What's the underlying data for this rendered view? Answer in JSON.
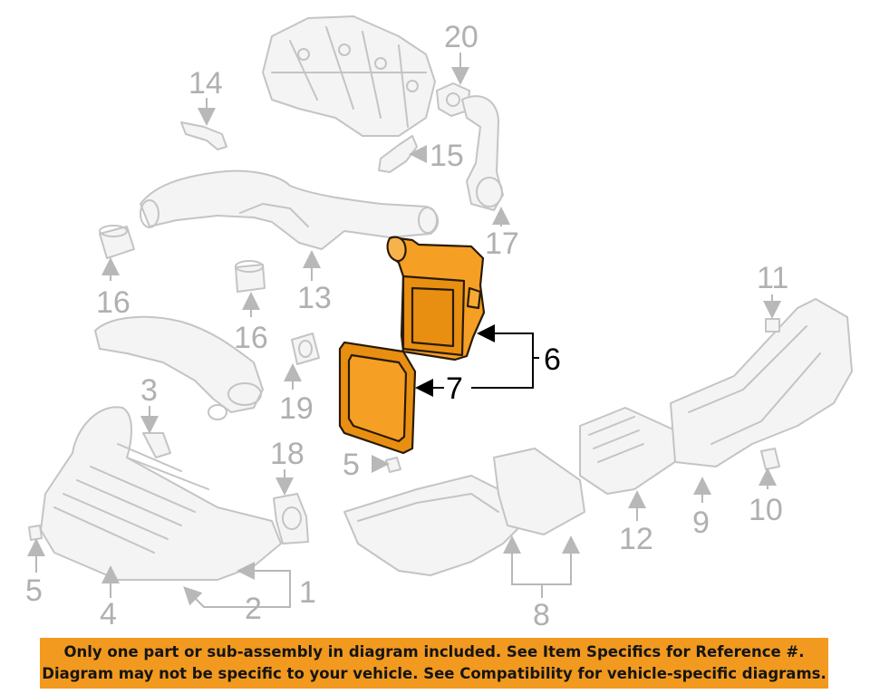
{
  "colors": {
    "highlight": "#f5a024",
    "banner_bg": "#f29a1f",
    "ghost_stroke": "#c4c4c4",
    "callout_inactive": "#b0b0b0",
    "callout_active": "#000000"
  },
  "callouts": {
    "c20": "20",
    "c14": "14",
    "c15": "15",
    "c17": "17",
    "c16a": "16",
    "c13": "13",
    "c16b": "16",
    "c11": "11",
    "c6": "6",
    "c7": "7",
    "c3": "3",
    "c19": "19",
    "c18": "18",
    "c5a": "5",
    "c5b": "5",
    "c4": "4",
    "c2": "2",
    "c1": "1",
    "c8": "8",
    "c12": "12",
    "c9": "9",
    "c10": "10"
  },
  "banner": {
    "line1": "Only one part or sub-assembly in diagram included. See Item Specifics for Reference #.",
    "line2": "Diagram may not be specific to your vehicle. See Compatibility for vehicle-specific diagrams."
  }
}
